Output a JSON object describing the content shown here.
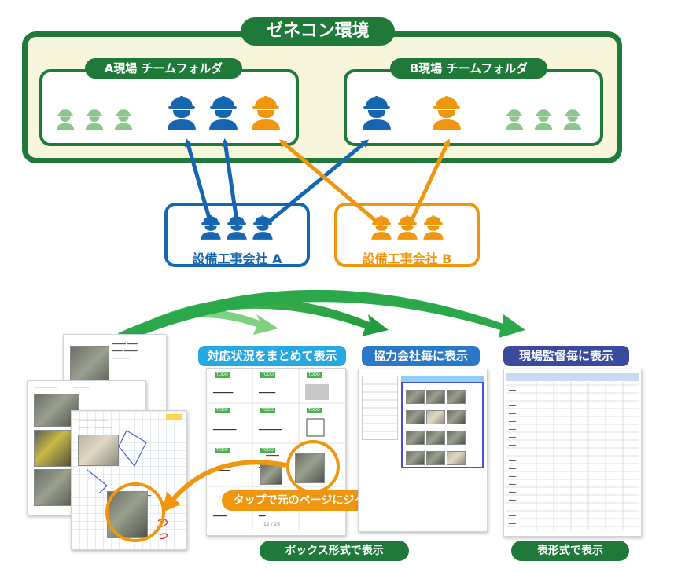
{
  "environment": {
    "title": "ゼネコン環境",
    "folders": [
      {
        "label": "A現場 チームフォルダ"
      },
      {
        "label": "B現場 チームフォルダ"
      }
    ]
  },
  "companies": [
    {
      "label": "設備工事会社 A"
    },
    {
      "label": "設備工事会社 B"
    }
  ],
  "views": {
    "status_caption": "対応状況をまとめて表示",
    "partner_caption": "協力会社毎に表示",
    "supervisor_caption": "現場監督毎に表示",
    "jump_label": "タップで元のページにジャンプ",
    "box_label": "ボックス形式で表示",
    "table_label": "表形式で表示"
  },
  "colors": {
    "green": "#1f7a3a",
    "light_green": "#8cc68e",
    "blue": "#1565b0",
    "orange": "#f0960e",
    "cream": "#f7f6dc",
    "navy": "#3a4a9c"
  }
}
